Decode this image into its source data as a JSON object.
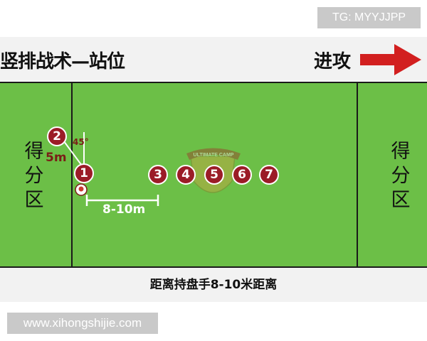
{
  "watermarks": {
    "tg": "TG: MYYJJPP",
    "site": "www.xihongshijie.com"
  },
  "header": {
    "title": "竖排战术—站位",
    "attack_label": "进攻",
    "arrow_icon": "right-arrow-icon",
    "arrow_color": "#d21f1f"
  },
  "field": {
    "color": "#6cbf47",
    "left_endzone": [
      "得",
      "分",
      "区"
    ],
    "right_endzone": [
      "得",
      "分",
      "区"
    ],
    "logo_text": "ULTIMATE CAMP",
    "disc_icon": "frisbee-icon"
  },
  "players": [
    {
      "label": "1"
    },
    {
      "label": "2"
    },
    {
      "label": "3"
    },
    {
      "label": "4"
    },
    {
      "label": "5"
    },
    {
      "label": "6"
    },
    {
      "label": "7"
    }
  ],
  "annotations": {
    "angle": "45°",
    "handler_distance": "5m",
    "stack_distance": "8-10m"
  },
  "caption": "距离持盘手8-10米距离",
  "colors": {
    "player_fill": "#9b1c27",
    "annotation_text": "#7a1d16",
    "field_lines": "#1a1a1a"
  }
}
